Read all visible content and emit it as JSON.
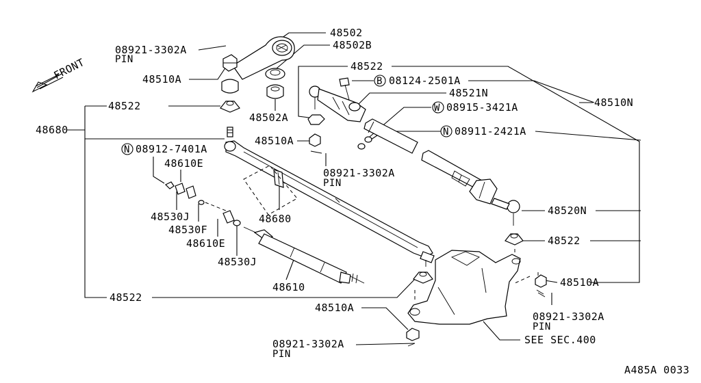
{
  "diagram": {
    "front_label": "FRONT",
    "labels": {
      "pn_48502": "48502",
      "pn_48502b": "48502B",
      "pin_08921_top": "08921-3302A",
      "pin_word_top": "PIN",
      "pn_48510a_top": "48510A",
      "pn_48522_top": "48522",
      "pn_48502a": "48502A",
      "pn_48522_left": "48522",
      "pn_48680_left": "48680",
      "pn_48510a_mid": "48510A",
      "pn_08124": "08124-2501A",
      "pn_48521n": "48521N",
      "pn_48510n": "48510N",
      "pn_08915": "08915-3421A",
      "pn_08911": "08911-2421A",
      "pin_08921_mid": "08921-3302A",
      "pin_word_mid": "PIN",
      "pn_08912": "08912-7401A",
      "pn_48610e_top": "48610E",
      "pn_48530j_left": "48530J",
      "pn_48530f": "48530F",
      "pn_48610e_bot": "48610E",
      "pn_48680_center": "48680",
      "pn_48530j_right": "48530J",
      "pn_48610": "48610",
      "pn_48520n": "48520N",
      "pn_48522_right": "48522",
      "pn_48510a_right": "48510A",
      "pin_08921_right": "08921-3302A",
      "pin_word_right": "PIN",
      "pn_48522_bottom": "48522",
      "pn_48510a_bottom": "48510A",
      "pin_08921_bottom": "08921-3302A",
      "pin_word_bottom": "PIN",
      "see_sec": "SEE SEC.400",
      "diagram_id": "A485A 0033"
    },
    "circled_prefixes": {
      "b": "B",
      "w": "W",
      "n_right": "N",
      "n_left": "N"
    }
  }
}
